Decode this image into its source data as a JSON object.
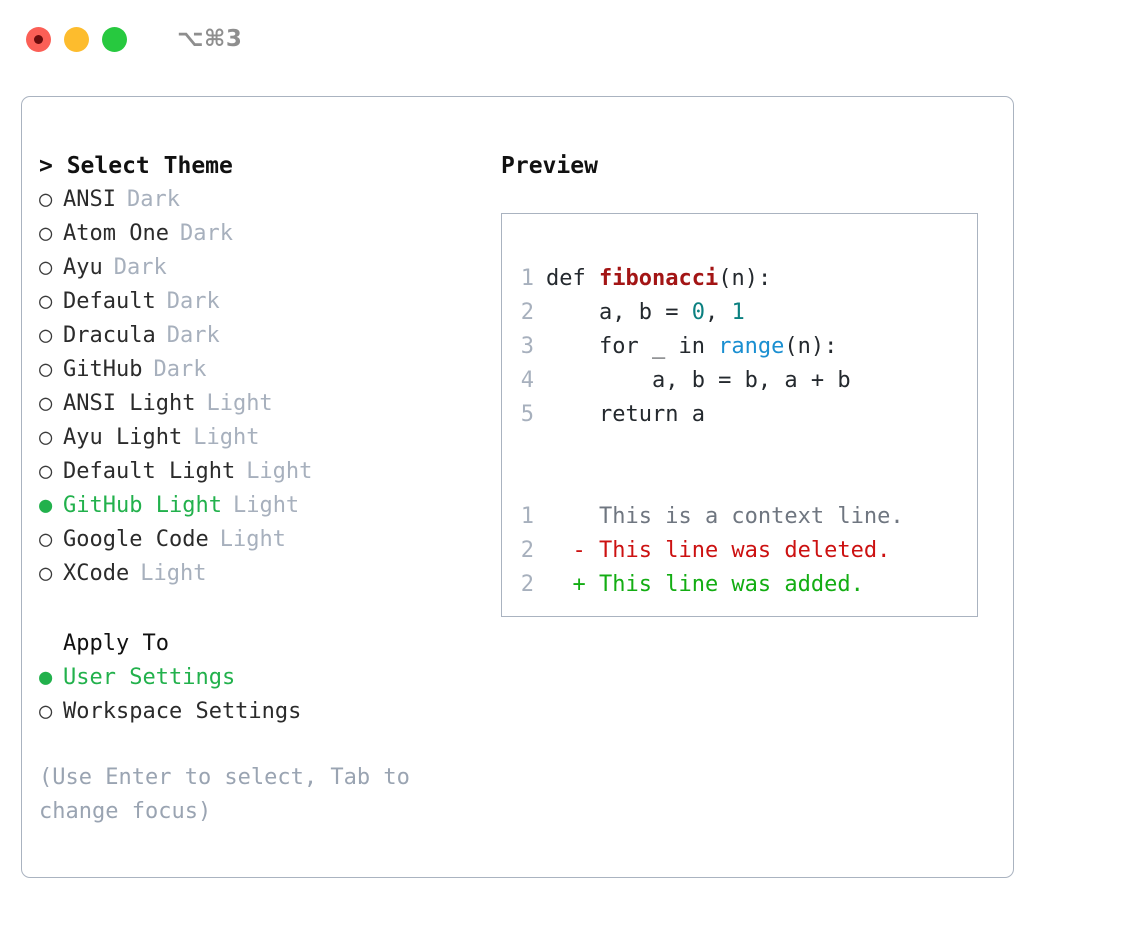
{
  "titlebar": {
    "shortcut": "⌥⌘3",
    "dots": [
      {
        "name": "close",
        "color": "#fb5f56"
      },
      {
        "name": "minimize",
        "color": "#fdbc2d"
      },
      {
        "name": "maximize",
        "color": "#27c93f"
      }
    ]
  },
  "theme_list": {
    "header": "> Select Theme",
    "selected_bullet": "●",
    "unselected_bullet": "○",
    "items": [
      {
        "label": "ANSI",
        "kind": "Dark",
        "selected": false
      },
      {
        "label": "Atom One",
        "kind": "Dark",
        "selected": false
      },
      {
        "label": "Ayu",
        "kind": "Dark",
        "selected": false
      },
      {
        "label": "Default",
        "kind": "Dark",
        "selected": false
      },
      {
        "label": "Dracula",
        "kind": "Dark",
        "selected": false
      },
      {
        "label": "GitHub",
        "kind": "Dark",
        "selected": false
      },
      {
        "label": "ANSI Light",
        "kind": "Light",
        "selected": false
      },
      {
        "label": "Ayu Light",
        "kind": "Light",
        "selected": false
      },
      {
        "label": "Default Light",
        "kind": "Light",
        "selected": false
      },
      {
        "label": "GitHub Light",
        "kind": "Light",
        "selected": true
      },
      {
        "label": "Google Code",
        "kind": "Light",
        "selected": false
      },
      {
        "label": "XCode",
        "kind": "Light",
        "selected": false
      }
    ]
  },
  "apply_to": {
    "title": "Apply To",
    "items": [
      {
        "label": "User Settings",
        "selected": true
      },
      {
        "label": "Workspace Settings",
        "selected": false
      }
    ]
  },
  "hint": "(Use Enter to select, Tab to change focus)",
  "preview": {
    "header": "Preview",
    "code_lines": [
      {
        "number": "1",
        "segments": [
          {
            "text": "def ",
            "style": "plain"
          },
          {
            "text": "fibonacci",
            "style": "fn"
          },
          {
            "text": "(n):",
            "style": "plain"
          }
        ]
      },
      {
        "number": "2",
        "segments": [
          {
            "text": "    a, b = ",
            "style": "plain"
          },
          {
            "text": "0",
            "style": "num"
          },
          {
            "text": ", ",
            "style": "plain"
          },
          {
            "text": "1",
            "style": "num"
          }
        ]
      },
      {
        "number": "3",
        "segments": [
          {
            "text": "    for _ in ",
            "style": "plain"
          },
          {
            "text": "range",
            "style": "kw"
          },
          {
            "text": "(n):",
            "style": "plain"
          }
        ]
      },
      {
        "number": "4",
        "segments": [
          {
            "text": "        a, b = b, a + b",
            "style": "plain"
          }
        ]
      },
      {
        "number": "5",
        "segments": [
          {
            "text": "    return a",
            "style": "plain"
          }
        ]
      }
    ],
    "diff_lines": [
      {
        "number": "1",
        "marker": " ",
        "text": "This is a context line.",
        "kind": "context"
      },
      {
        "number": "2",
        "marker": "-",
        "text": "This line was deleted.",
        "kind": "deleted"
      },
      {
        "number": "2",
        "marker": "+",
        "text": "This line was added.",
        "kind": "added"
      }
    ]
  },
  "colors": {
    "accent_green": "#22b14c",
    "muted": "#a7b0bd",
    "border": "#aab3c0",
    "diff_delete": "#cc1111",
    "diff_add": "#13ad13",
    "syntax_function": "#a31515",
    "syntax_number": "#0b8080",
    "syntax_keyword": "#1a8fd1"
  }
}
